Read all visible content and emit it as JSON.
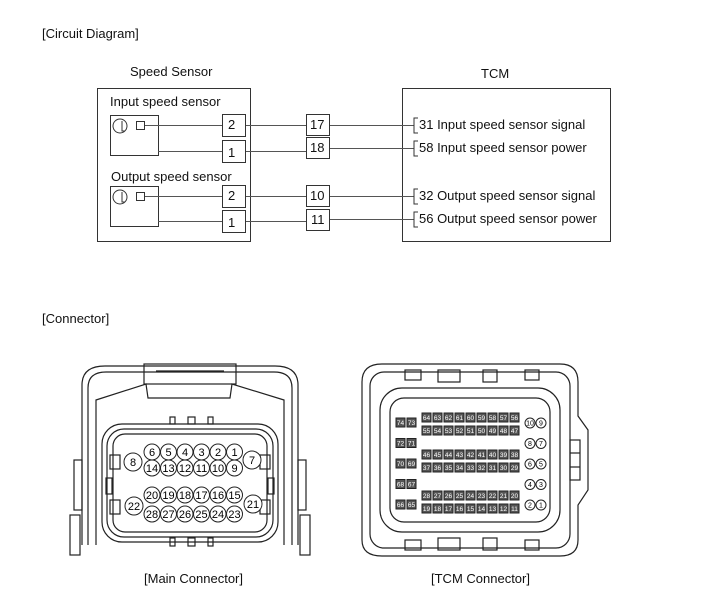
{
  "sections": {
    "circuit_title": "[Circuit Diagram]",
    "connector_title": "[Connector]"
  },
  "circuit": {
    "left_block_title": "Speed Sensor",
    "right_block_title": "TCM",
    "sensors": [
      {
        "label": "Input speed sensor",
        "sensor_pins": [
          "2",
          "1"
        ],
        "harness_pins": [
          "17",
          "18"
        ],
        "tcm_terminals": [
          "31 Input speed sensor signal",
          "58 Input speed sensor power"
        ]
      },
      {
        "label": "Output speed sensor",
        "sensor_pins": [
          "2",
          "1"
        ],
        "harness_pins": [
          "10",
          "11"
        ],
        "tcm_terminals": [
          "32 Output speed sensor signal",
          "56 Output speed sensor power"
        ]
      }
    ]
  },
  "connectors": {
    "main": {
      "caption": "[Main Connector]",
      "upper_left": "8",
      "upper_right": "7",
      "upper_row1": [
        "6",
        "5",
        "4",
        "3",
        "2",
        "1"
      ],
      "upper_row2": [
        "14",
        "13",
        "12",
        "11",
        "10",
        "9"
      ],
      "lower_left": "22",
      "lower_right": "21",
      "lower_row1": [
        "20",
        "19",
        "18",
        "17",
        "16",
        "15"
      ],
      "lower_row2": [
        "28",
        "27",
        "26",
        "25",
        "24",
        "23"
      ]
    },
    "tcm": {
      "caption": "[TCM Connector]",
      "left_pairs": [
        [
          "74",
          "73"
        ],
        [
          "72",
          "71"
        ],
        [
          "70",
          "69"
        ],
        [
          "68",
          "67"
        ],
        [
          "66",
          "65"
        ]
      ],
      "right_pairs": [
        [
          "10",
          "9"
        ],
        [
          "8",
          "7"
        ],
        [
          "6",
          "5"
        ],
        [
          "4",
          "3"
        ],
        [
          "2",
          "1"
        ]
      ],
      "rows": [
        [
          "64",
          "63",
          "62",
          "61",
          "60",
          "59",
          "58",
          "57",
          "56"
        ],
        [
          "55",
          "54",
          "53",
          "52",
          "51",
          "50",
          "49",
          "48",
          "47"
        ],
        [
          "46",
          "45",
          "44",
          "43",
          "42",
          "41",
          "40",
          "39",
          "38"
        ],
        [
          "37",
          "36",
          "35",
          "34",
          "33",
          "32",
          "31",
          "30",
          "29"
        ],
        [
          "28",
          "27",
          "26",
          "25",
          "24",
          "23",
          "22",
          "21",
          "20"
        ],
        [
          "19",
          "18",
          "17",
          "16",
          "15",
          "14",
          "13",
          "12",
          "11"
        ]
      ]
    }
  }
}
